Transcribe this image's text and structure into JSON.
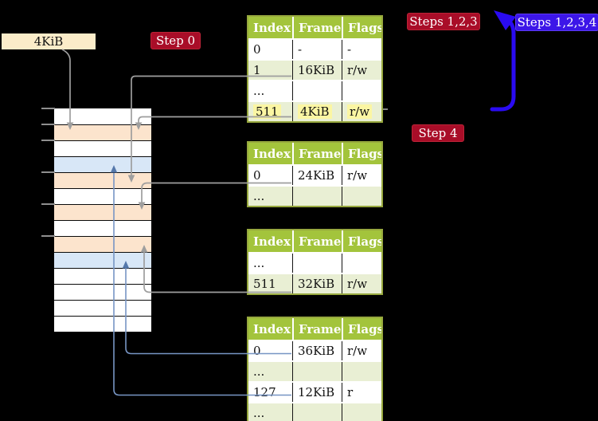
{
  "diagram": {
    "frame_label": "4KiB",
    "step_labels": {
      "step0": "Step 0",
      "steps123": "Steps 1,2,3",
      "steps1234": "Steps 1,2,3,4",
      "step4": "Step 4"
    },
    "colors": {
      "background": "#000000",
      "crimson_label_bg": "#a90d28",
      "blue_label_bg": "#3c16e8",
      "big_arrow_blue": "#2a0bf2",
      "gray_arrow": "#9e9e9e",
      "thin_blue_arrow": "#7795c4",
      "thin_blue_arrowhead": "#5578ab",
      "table_header_bg": "#a3c43c",
      "table_border": "#97a83e",
      "table_row_shade": "#e9efd4",
      "yellow_highlight": "#fbf6a3",
      "memory_peach": "#fce4cd",
      "memory_blue": "#d8e7f7",
      "frame_label_bg": "#fbecc9"
    },
    "memory": {
      "row_class_attr": [
        "mrow plain",
        "mrow peach",
        "mrow plain",
        "mrow blue",
        "mrow peach",
        "mrow plain",
        "mrow peach",
        "mrow plain",
        "mrow peach",
        "mrow blue",
        "mrow plain",
        "mrow plain",
        "mrow plain",
        "mrow plain"
      ]
    },
    "tables": [
      {
        "headers": [
          "Index",
          "Frame",
          "Flags"
        ],
        "rows": [
          {
            "cells": [
              "0",
              "-",
              "-"
            ]
          },
          {
            "cells": [
              "1",
              "16KiB",
              "r/w"
            ]
          },
          {
            "cells": [
              "...",
              "",
              ""
            ]
          },
          {
            "cells": [
              "511",
              "4KiB",
              "r/w"
            ],
            "highlighted": true
          }
        ]
      },
      {
        "headers": [
          "Index",
          "Frame",
          "Flags"
        ],
        "rows": [
          {
            "cells": [
              "0",
              "24KiB",
              "r/w"
            ]
          },
          {
            "cells": [
              "...",
              "",
              ""
            ]
          }
        ]
      },
      {
        "headers": [
          "Index",
          "Frame",
          "Flags"
        ],
        "rows": [
          {
            "cells": [
              "...",
              "",
              ""
            ]
          },
          {
            "cells": [
              "511",
              "32KiB",
              "r/w"
            ]
          }
        ]
      },
      {
        "headers": [
          "Index",
          "Frame",
          "Flags"
        ],
        "rows": [
          {
            "cells": [
              "0",
              "36KiB",
              "r/w"
            ]
          },
          {
            "cells": [
              "...",
              "",
              ""
            ]
          },
          {
            "cells": [
              "127",
              "12KiB",
              "r"
            ]
          },
          {
            "cells": [
              "...",
              "",
              ""
            ]
          }
        ]
      }
    ]
  }
}
